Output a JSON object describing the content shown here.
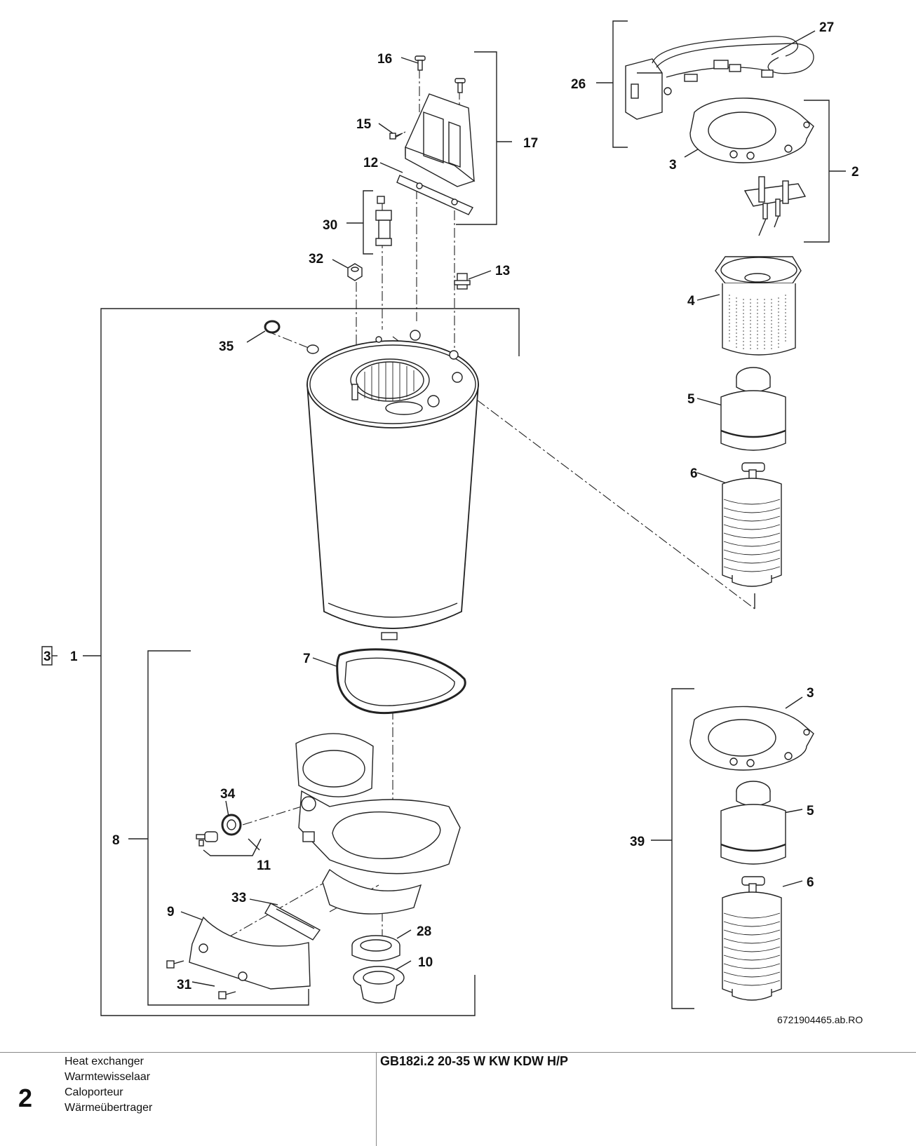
{
  "drawing": {
    "reference_code": "6721904465.ab.RO",
    "callouts": {
      "c1": "1",
      "c2": "2",
      "c3a": "3",
      "c3b": "3",
      "c3box": "3",
      "c4": "4",
      "c5a": "5",
      "c5b": "5",
      "c6a": "6",
      "c6b": "6",
      "c7": "7",
      "c8": "8",
      "c9": "9",
      "c10": "10",
      "c11": "11",
      "c12": "12",
      "c13": "13",
      "c15": "15",
      "c16": "16",
      "c17": "17",
      "c26": "26",
      "c27": "27",
      "c28": "28",
      "c30": "30",
      "c31": "31",
      "c32": "32",
      "c33": "33",
      "c34": "34",
      "c35": "35",
      "c39": "39"
    }
  },
  "footer": {
    "page_number": "2",
    "titles": [
      "Heat exchanger",
      "Warmtewisselaar",
      "Caloporteur",
      "Wärmeübertrager"
    ],
    "model": "GB182i.2 20-35 W KW KDW H/P"
  }
}
